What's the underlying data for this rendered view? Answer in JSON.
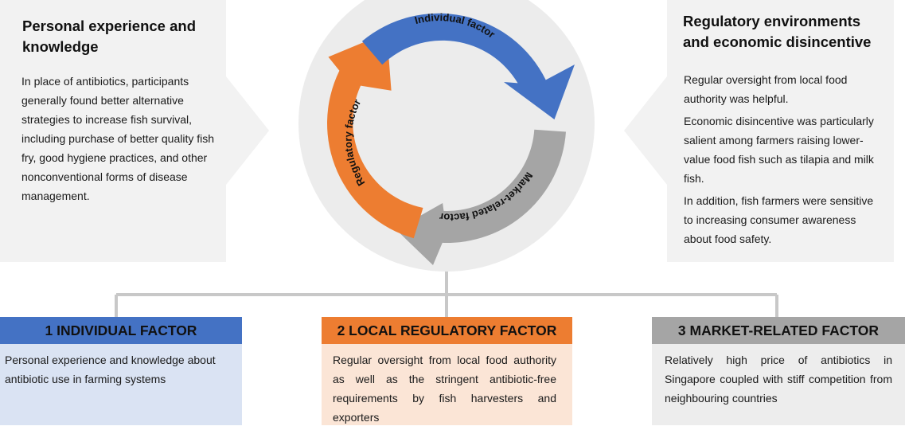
{
  "left_panel": {
    "title": "Personal experience and knowledge",
    "body": "In place of antibiotics, participants generally found better alternative strategies to increase fish survival, including purchase of better quality fish fry, good hygiene practices, and other nonconventional forms of disease management."
  },
  "right_panel": {
    "title": "Regulatory environments and economic disincentive",
    "paragraphs": [
      "Regular oversight from local food authority was helpful.",
      "Economic disincentive was particularly salient among farmers raising lower-value food fish such as tilapia and milk fish.",
      "In addition, fish farmers were sensitive to increasing consumer awareness about food safety."
    ]
  },
  "cycle": {
    "arrows": [
      {
        "label": "Individual factor",
        "color": "#4472c4"
      },
      {
        "label": "Market-related factor",
        "color": "#a5a5a5"
      },
      {
        "label": "Regulatory factor",
        "color": "#ed7d31"
      }
    ],
    "background_color": "#ececec",
    "connector_color": "#c8c8c8"
  },
  "factors": [
    {
      "heading": "1 INDIVIDUAL FACTOR",
      "body": "Personal experience and knowledge about antibiotic use in farming systems",
      "color": "#4472c4"
    },
    {
      "heading": "2 LOCAL REGULATORY FACTOR",
      "body": "Regular oversight from local food authority as well as the stringent antibiotic-free requirements by fish harvesters and exporters",
      "color": "#ed7d31"
    },
    {
      "heading": "3 MARKET-RELATED FACTOR",
      "body": "Relatively high price of antibiotics in Singapore coupled with stiff competition from neighbouring countries",
      "color": "#a5a5a5"
    }
  ]
}
